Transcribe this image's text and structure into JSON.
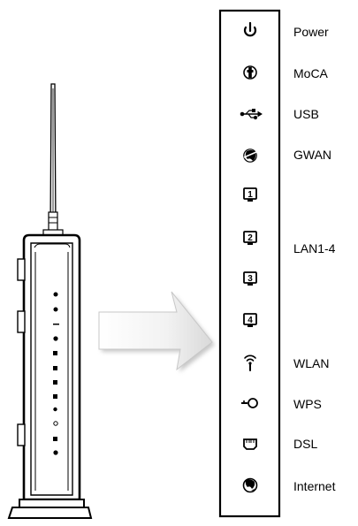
{
  "indicators": [
    {
      "icon": "power-icon",
      "label": "Power"
    },
    {
      "icon": "moca-icon",
      "label": "MoCA"
    },
    {
      "icon": "usb-icon",
      "label": "USB"
    },
    {
      "icon": "gwan-icon",
      "label": "GWAN"
    },
    {
      "icon": "lan1-icon",
      "label": ""
    },
    {
      "icon": "lan2-icon",
      "label": "LAN1-4"
    },
    {
      "icon": "lan3-icon",
      "label": ""
    },
    {
      "icon": "lan4-icon",
      "label": ""
    },
    {
      "icon": "wlan-icon",
      "label": "WLAN"
    },
    {
      "icon": "wps-icon",
      "label": "WPS"
    },
    {
      "icon": "dsl-icon",
      "label": "DSL"
    },
    {
      "icon": "internet-icon",
      "label": "Internet"
    }
  ],
  "lan_port_numbers": [
    "1",
    "2",
    "3",
    "4"
  ]
}
